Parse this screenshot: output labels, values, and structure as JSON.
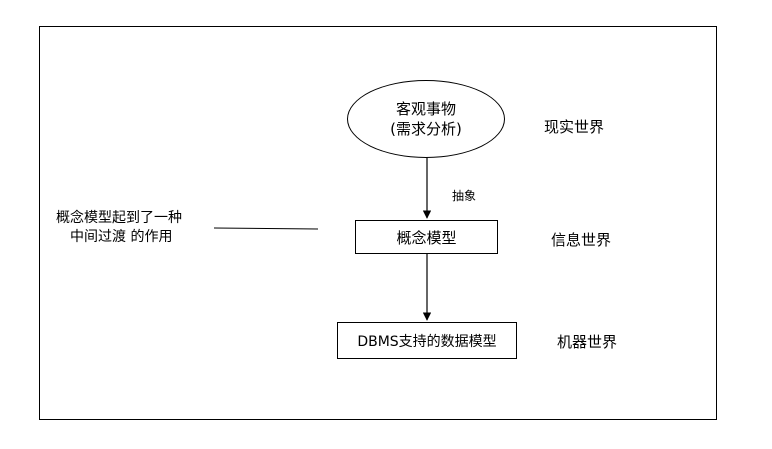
{
  "nodes": {
    "objective_things": {
      "line1": "客观事物",
      "line2": "(需求分析)"
    },
    "conceptual_model": "概念模型",
    "dbms_model": "DBMS支持的数据模型"
  },
  "worlds": {
    "real": "现实世界",
    "information": "信息世界",
    "machine": "机器世界"
  },
  "edge_labels": {
    "abstraction": "抽象"
  },
  "annotation": {
    "line1": "概念模型起到了一种",
    "line2": "中间过渡 的作用"
  }
}
